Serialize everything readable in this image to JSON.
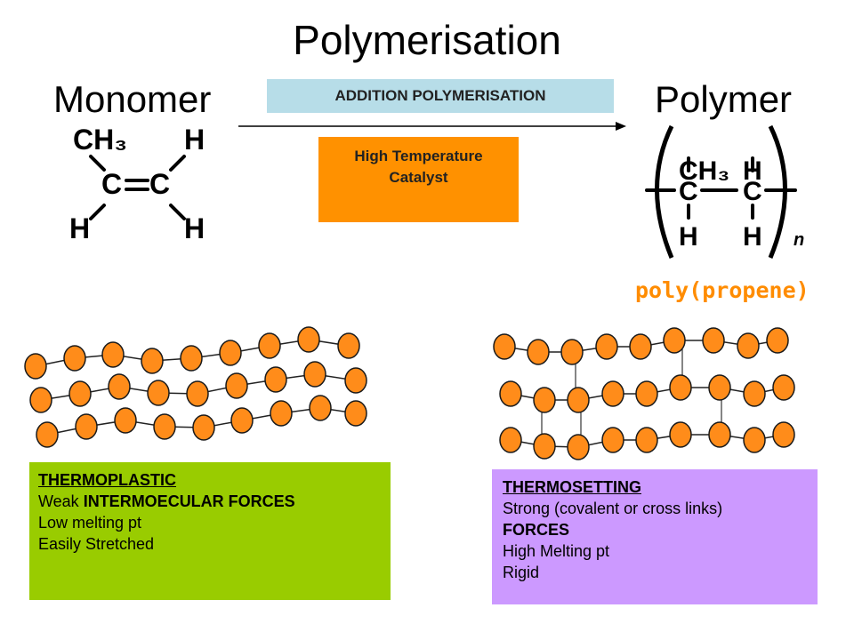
{
  "title": "Polymerisation",
  "monomer_heading": "Monomer",
  "polymer_heading": "Polymer",
  "reaction_type": "ADDITION POLYMERISATION",
  "conditions": [
    "High Temperature",
    "Catalyst"
  ],
  "product_name": "poly(propene)",
  "monomer": {
    "top_left": "CH₃",
    "top_right": "H",
    "carbon_left": "C",
    "carbon_right": "C",
    "bottom_left": "H",
    "bottom_right": "H"
  },
  "polymer": {
    "top_left": "CH₃",
    "top_right": "H",
    "carbon_left": "C",
    "carbon_right": "C",
    "bottom_left": "H",
    "bottom_right": "H",
    "subscript": "n"
  },
  "thermoplastic": {
    "heading": "THERMOPLASTIC",
    "line1_prefix": "Weak ",
    "line1_bold": "INTERMOECULAR FORCES",
    "line2": "Low melting pt",
    "line3": "Easily Stretched"
  },
  "thermosetting": {
    "heading": "THERMOSETTING",
    "line1": "Strong (covalent or cross links)",
    "line2": "FORCES",
    "line3": "High Melting pt",
    "line4": "Rigid"
  },
  "colors": {
    "bead": "#ff8c1a",
    "bead_outline": "#1a1a1a",
    "addition_box": "#b7dde8",
    "condition_box": "#ff9100",
    "thermoplastic_box": "#99cc00",
    "thermosetting_box": "#cc99ff",
    "product_name": "#ff8c00"
  }
}
